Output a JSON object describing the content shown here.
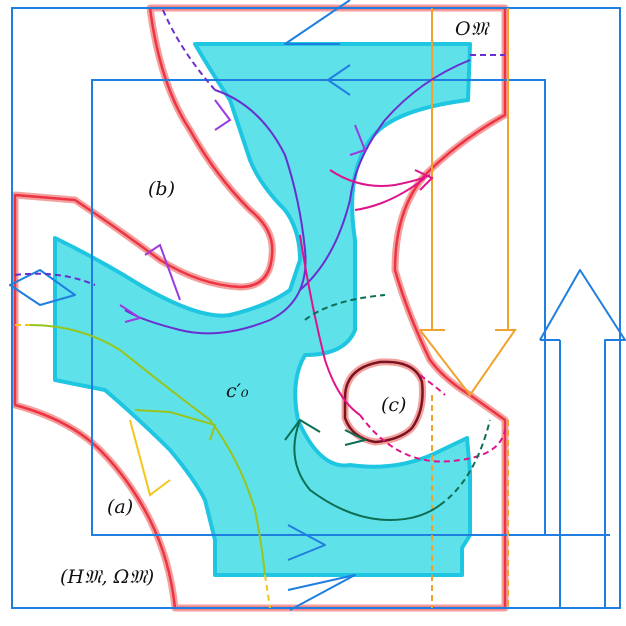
{
  "labels": {
    "o_m": "O𝔐",
    "b": "(b)",
    "a": "(a)",
    "c": "(c)",
    "c0": "c′₀",
    "h_omega": "(H𝔐, Ω𝔐)"
  },
  "colors": {
    "region_fill": "#5fe1ea",
    "region_edge": "#1ec6e2",
    "boundary_red": "#ee3342",
    "boundary_glow": "#f3a09f",
    "frame_blue": "#1f7fe0",
    "orange": "#f0a22e",
    "purple": "#6a2fcf",
    "magenta": "#e0138a",
    "dark_green": "#0d6e52",
    "yellow_green": "#98c51d",
    "yellow": "#f4c51b",
    "violet": "#9b3ae0",
    "dark_red": "#7a1420"
  }
}
